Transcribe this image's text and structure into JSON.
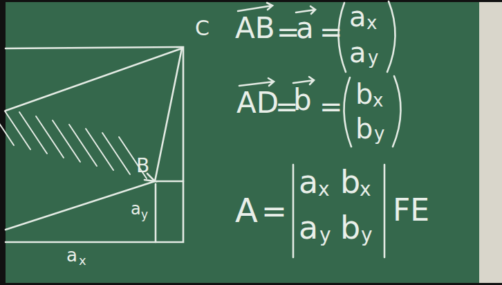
{
  "diagram": {
    "labels": [
      "C",
      "B",
      "a",
      "y",
      "a",
      "x",
      "AB",
      "=",
      "a",
      "=",
      "a",
      "x",
      "a",
      "y",
      "AD",
      "=",
      "b",
      "=",
      "b",
      "x",
      "b",
      "y",
      "A",
      "=",
      "a",
      "x",
      "b",
      "x",
      "a",
      "y",
      "b",
      "y",
      "FE"
    ]
  }
}
